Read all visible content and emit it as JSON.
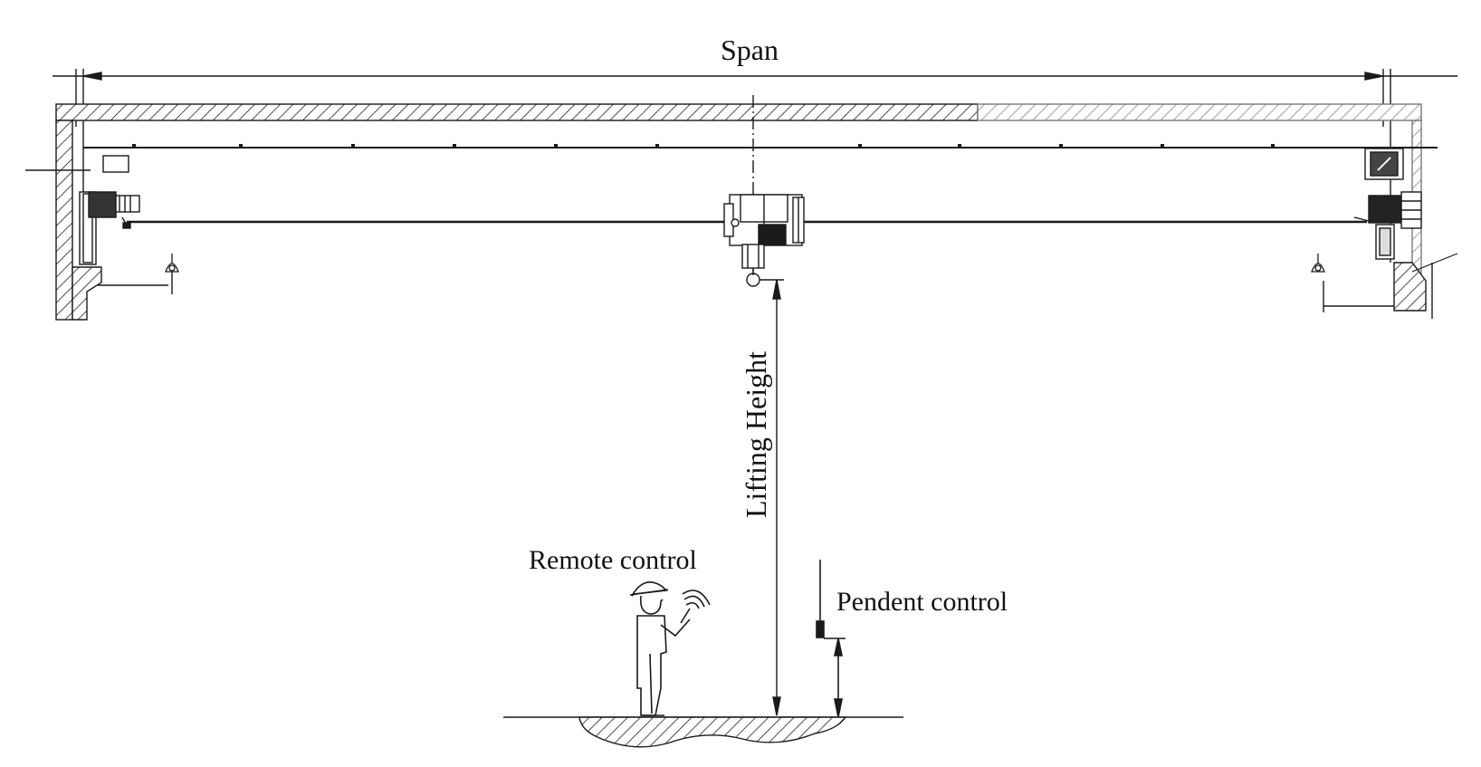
{
  "labels": {
    "span": "Span",
    "lifting_height": "Lifting Height",
    "remote_control": "Remote control",
    "pendent_control": "Pendent control"
  },
  "colors": {
    "line": "#1a1a1a",
    "background": "#ffffff"
  }
}
